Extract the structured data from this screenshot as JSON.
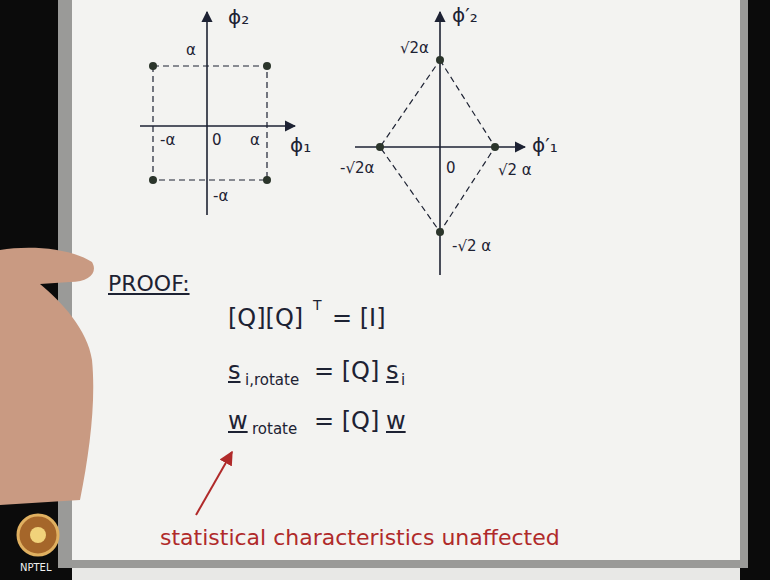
{
  "diagram": {
    "labels": [
      "α",
      "ϕ₂",
      "-α",
      "0",
      "α",
      "ϕ₁",
      "-α",
      "√2α",
      "ϕ′₂",
      "-√2α",
      "0",
      "√2 α",
      "ϕ′₁",
      "-√2 α",
      "PROOF:",
      "[Q][Q]",
      "T",
      "= [I]",
      "s",
      "i,rotate",
      "= [Q]",
      "s",
      "i",
      "w",
      "rotate",
      "= [Q]",
      "w",
      "statistical characteristics unaffected",
      "NPTEL"
    ]
  }
}
